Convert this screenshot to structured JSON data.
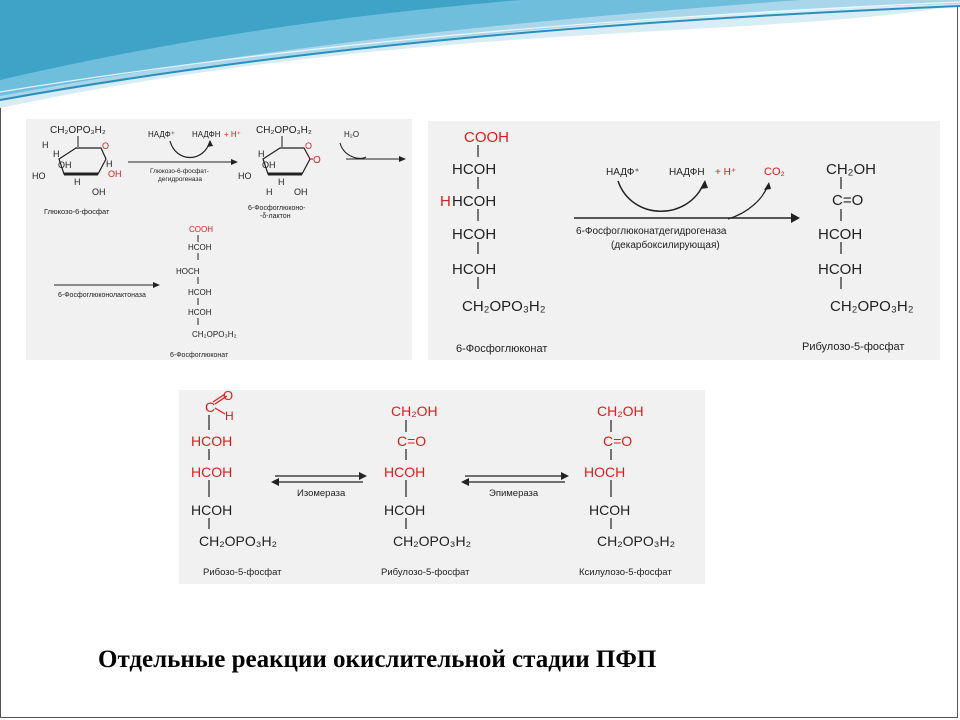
{
  "slide": {
    "caption": "Отдельные реакции окислительной стадии ПФП",
    "colors": {
      "accent_red": "#d8201e",
      "panel_bg": "#f1f1f1",
      "wave_blue": "#3fa3c8"
    }
  },
  "panel1": {
    "substrate_ring": [
      "CH₂OPO₃H₂",
      "H",
      "H",
      "OH",
      "HO",
      "OH",
      "H",
      "OH",
      "H",
      "O"
    ],
    "substrate_name": "Глюкозо-6-фосфат",
    "cofactor_in": "НАДФ⁺",
    "cofactor_out": "НАДФН",
    "proton": "+ H⁺",
    "enzyme1": [
      "Глюкозо-6-фосфат-",
      "дегидрогеназа"
    ],
    "lactone_ring": [
      "CH₂OPO₃H₂",
      "H",
      "OH",
      "HO",
      "OH",
      "H",
      "OH",
      "O"
    ],
    "lactone_name": [
      "6-Фосфоглюконо-",
      "-δ-лактон"
    ],
    "water": "H₂O",
    "enzyme2": "6-Фосфоглюконолактоназа",
    "product_formula": [
      "COOH",
      "HCOH",
      "HOCH",
      "HCOH",
      "HCOH",
      "CH₂OPO₃H₂"
    ],
    "product_name": "6-Фосфоглюконат"
  },
  "panel2": {
    "substrate_formula": [
      "COOH",
      "HCOH",
      "HCOH",
      "HCOH",
      "HCOH",
      "CH₂OPO₃H₂"
    ],
    "substrate_name": "6-Фосфоглюконат",
    "cofactor_in": "НАДФ⁺",
    "cofactor_out": "НАДФН",
    "proton": "+ H⁺",
    "co2": "CO₂",
    "enzyme": [
      "6-Фосфоглюконатдегидрогеназа",
      "(декарбоксилирующая)"
    ],
    "product_formula": [
      "CH₂OH",
      "C=O",
      "HCOH",
      "HCOH",
      "CH₂OPO₃H₂"
    ],
    "product_name": "Рибулозо-5-фосфат"
  },
  "panel3": {
    "ribose_formula": [
      "C",
      "HCOH",
      "HCOH",
      "HCOH",
      "CH₂OPO₃H₂"
    ],
    "ribose_aldehyde_o": "O",
    "ribose_aldehyde_h": "H",
    "ribose_name": "Рибозо-5-фосфат",
    "enzyme1": "Изомераза",
    "ribulose_formula": [
      "CH₂OH",
      "C=O",
      "HCOH",
      "HCOH",
      "CH₂OPO₃H₂"
    ],
    "ribulose_name": "Рибулозо-5-фосфат",
    "enzyme2": "Эпимераза",
    "xylulose_formula": [
      "CH₂OH",
      "C=O",
      "HOCH",
      "HCOH",
      "CH₂OPO₃H₂"
    ],
    "xylulose_name": "Ксилулозо-5-фосфат"
  }
}
